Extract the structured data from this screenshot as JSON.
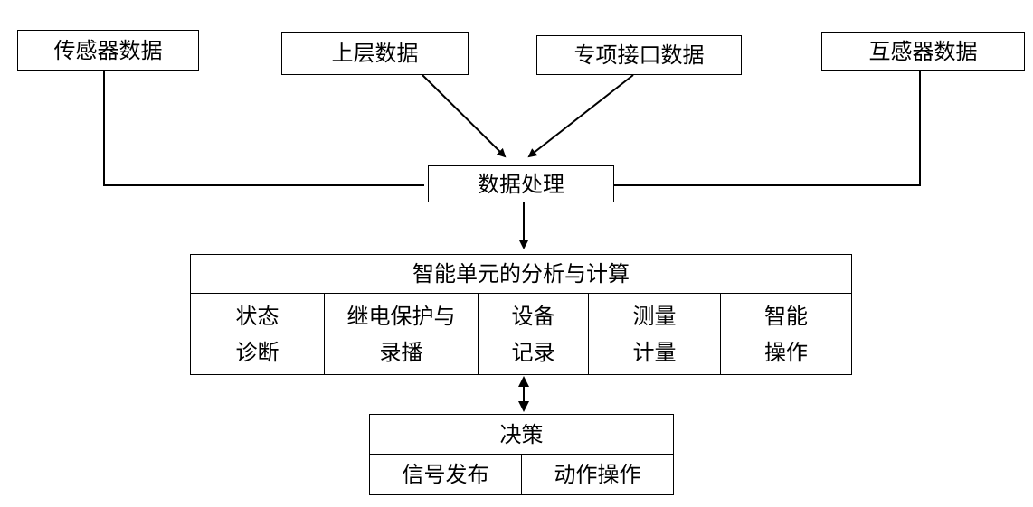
{
  "inputs": {
    "sensor": "传感器数据",
    "upper": "上层数据",
    "special": "专项接口数据",
    "mutual": "互感器数据"
  },
  "processing": "数据处理",
  "analysis": {
    "title": "智能单元的分析与计算",
    "cells": [
      {
        "line1": "状态",
        "line2": "诊断"
      },
      {
        "line1": "继电保护与",
        "line2": "录播"
      },
      {
        "line1": "设备",
        "line2": "记录"
      },
      {
        "line1": "测量",
        "line2": "计量"
      },
      {
        "line1": "智能",
        "line2": "操作"
      }
    ]
  },
  "decision": {
    "title": "决策",
    "cells": [
      "信号发布",
      "动作操作"
    ]
  }
}
